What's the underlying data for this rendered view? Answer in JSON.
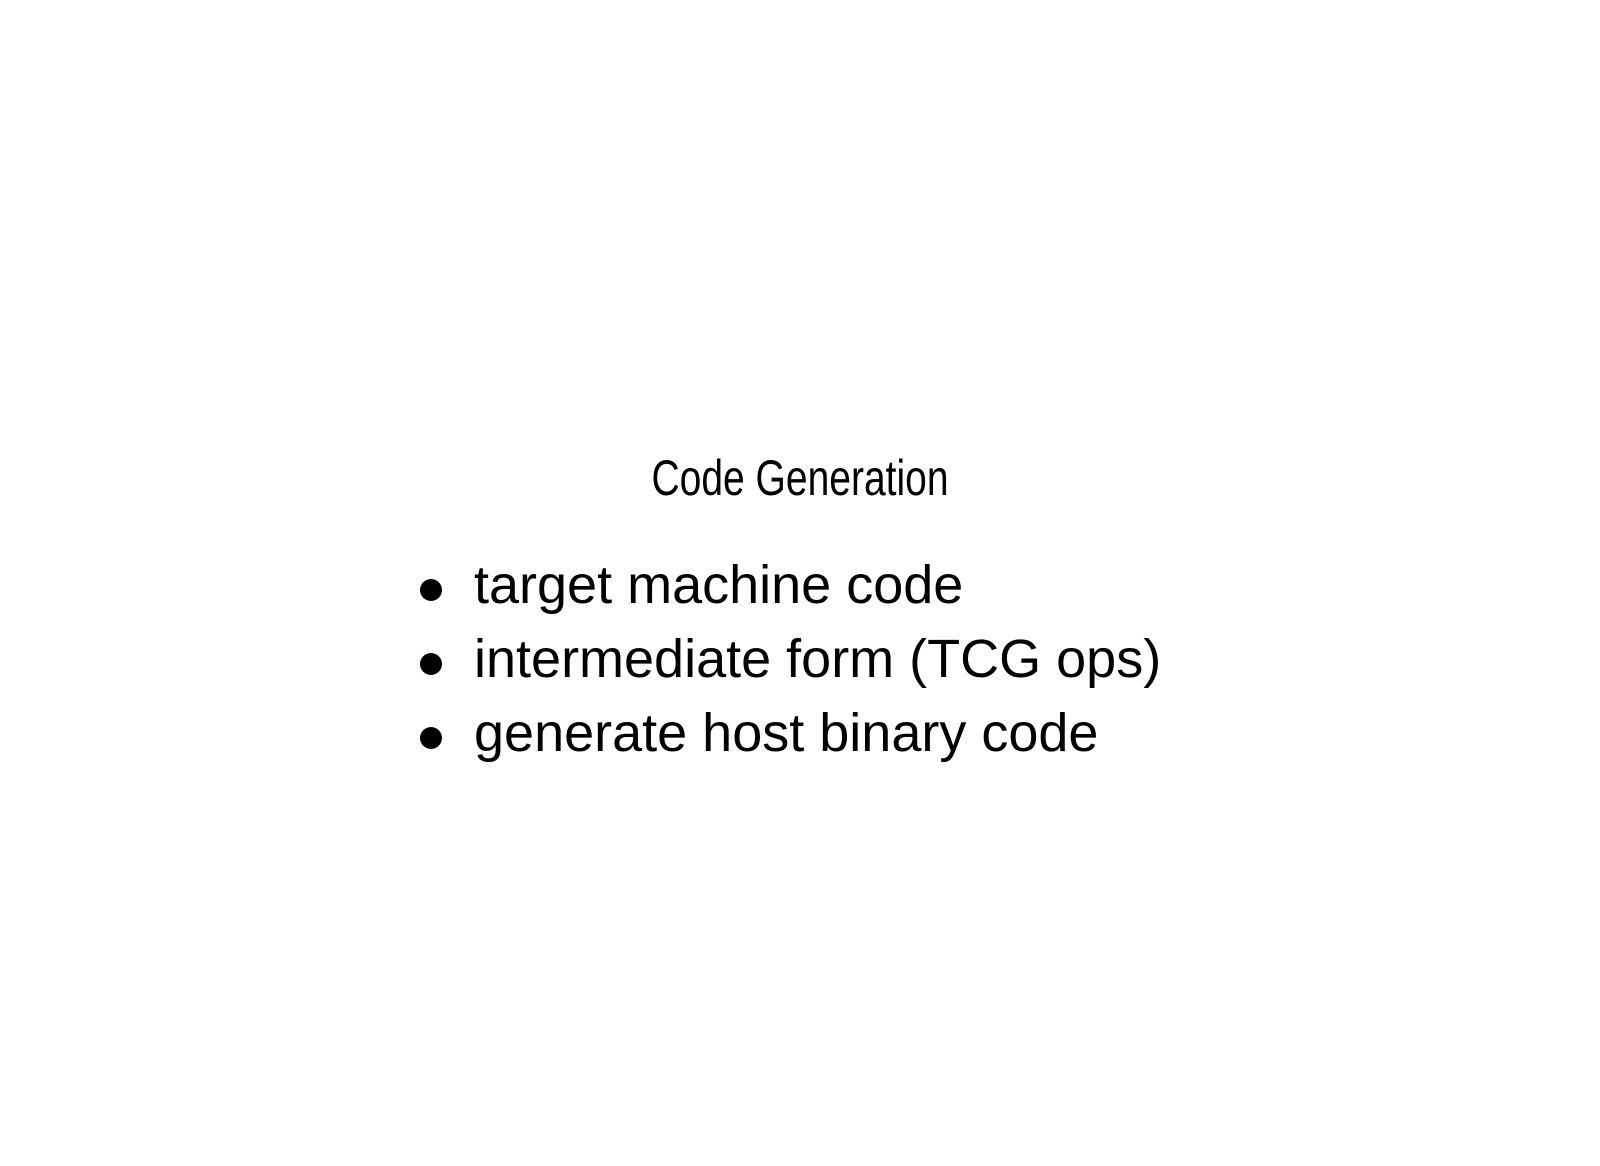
{
  "slide": {
    "title": "Code Generation",
    "bullets": [
      "target machine code",
      "intermediate form (TCG ops)",
      "generate host binary code"
    ]
  }
}
